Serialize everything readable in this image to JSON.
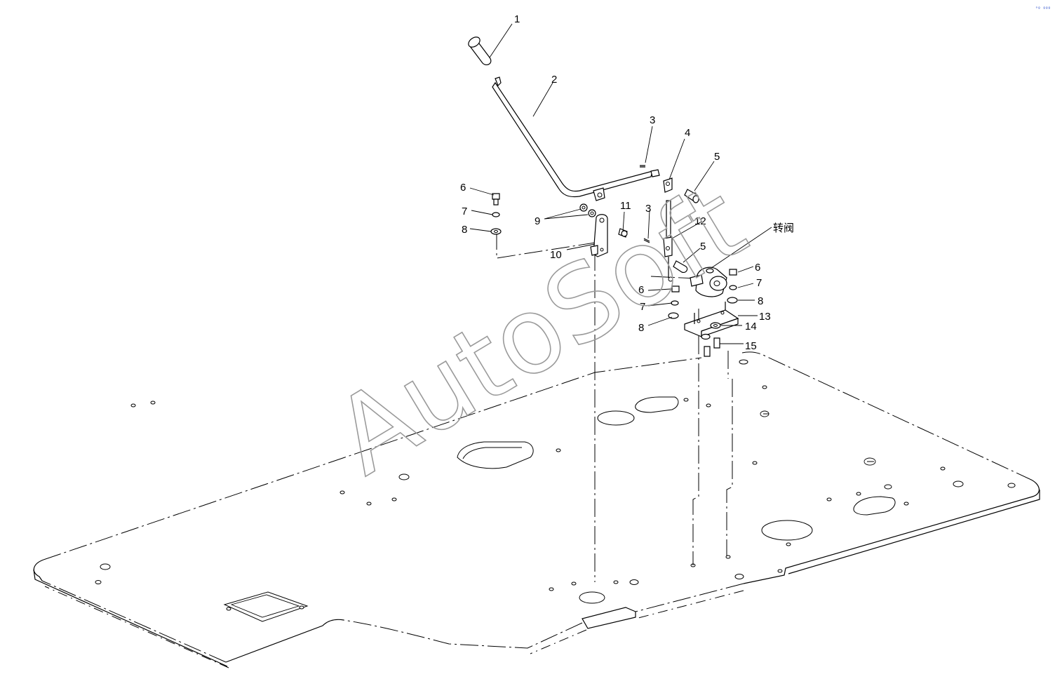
{
  "watermark": "AutoSoft",
  "corner_mark": "°º ººº",
  "labels": {
    "l1": "1",
    "l2": "2",
    "l3a": "3",
    "l3b": "3",
    "l4": "4",
    "l5a": "5",
    "l5b": "5",
    "l6a": "6",
    "l6b": "6",
    "l6c": "6",
    "l7a": "7",
    "l7b": "7",
    "l7c": "7",
    "l8a": "8",
    "l8b": "8",
    "l8c": "8",
    "l9": "9",
    "l10": "10",
    "l11": "11",
    "l12": "12",
    "l13": "13",
    "l14": "14",
    "l15": "15",
    "valve": "转阀"
  }
}
